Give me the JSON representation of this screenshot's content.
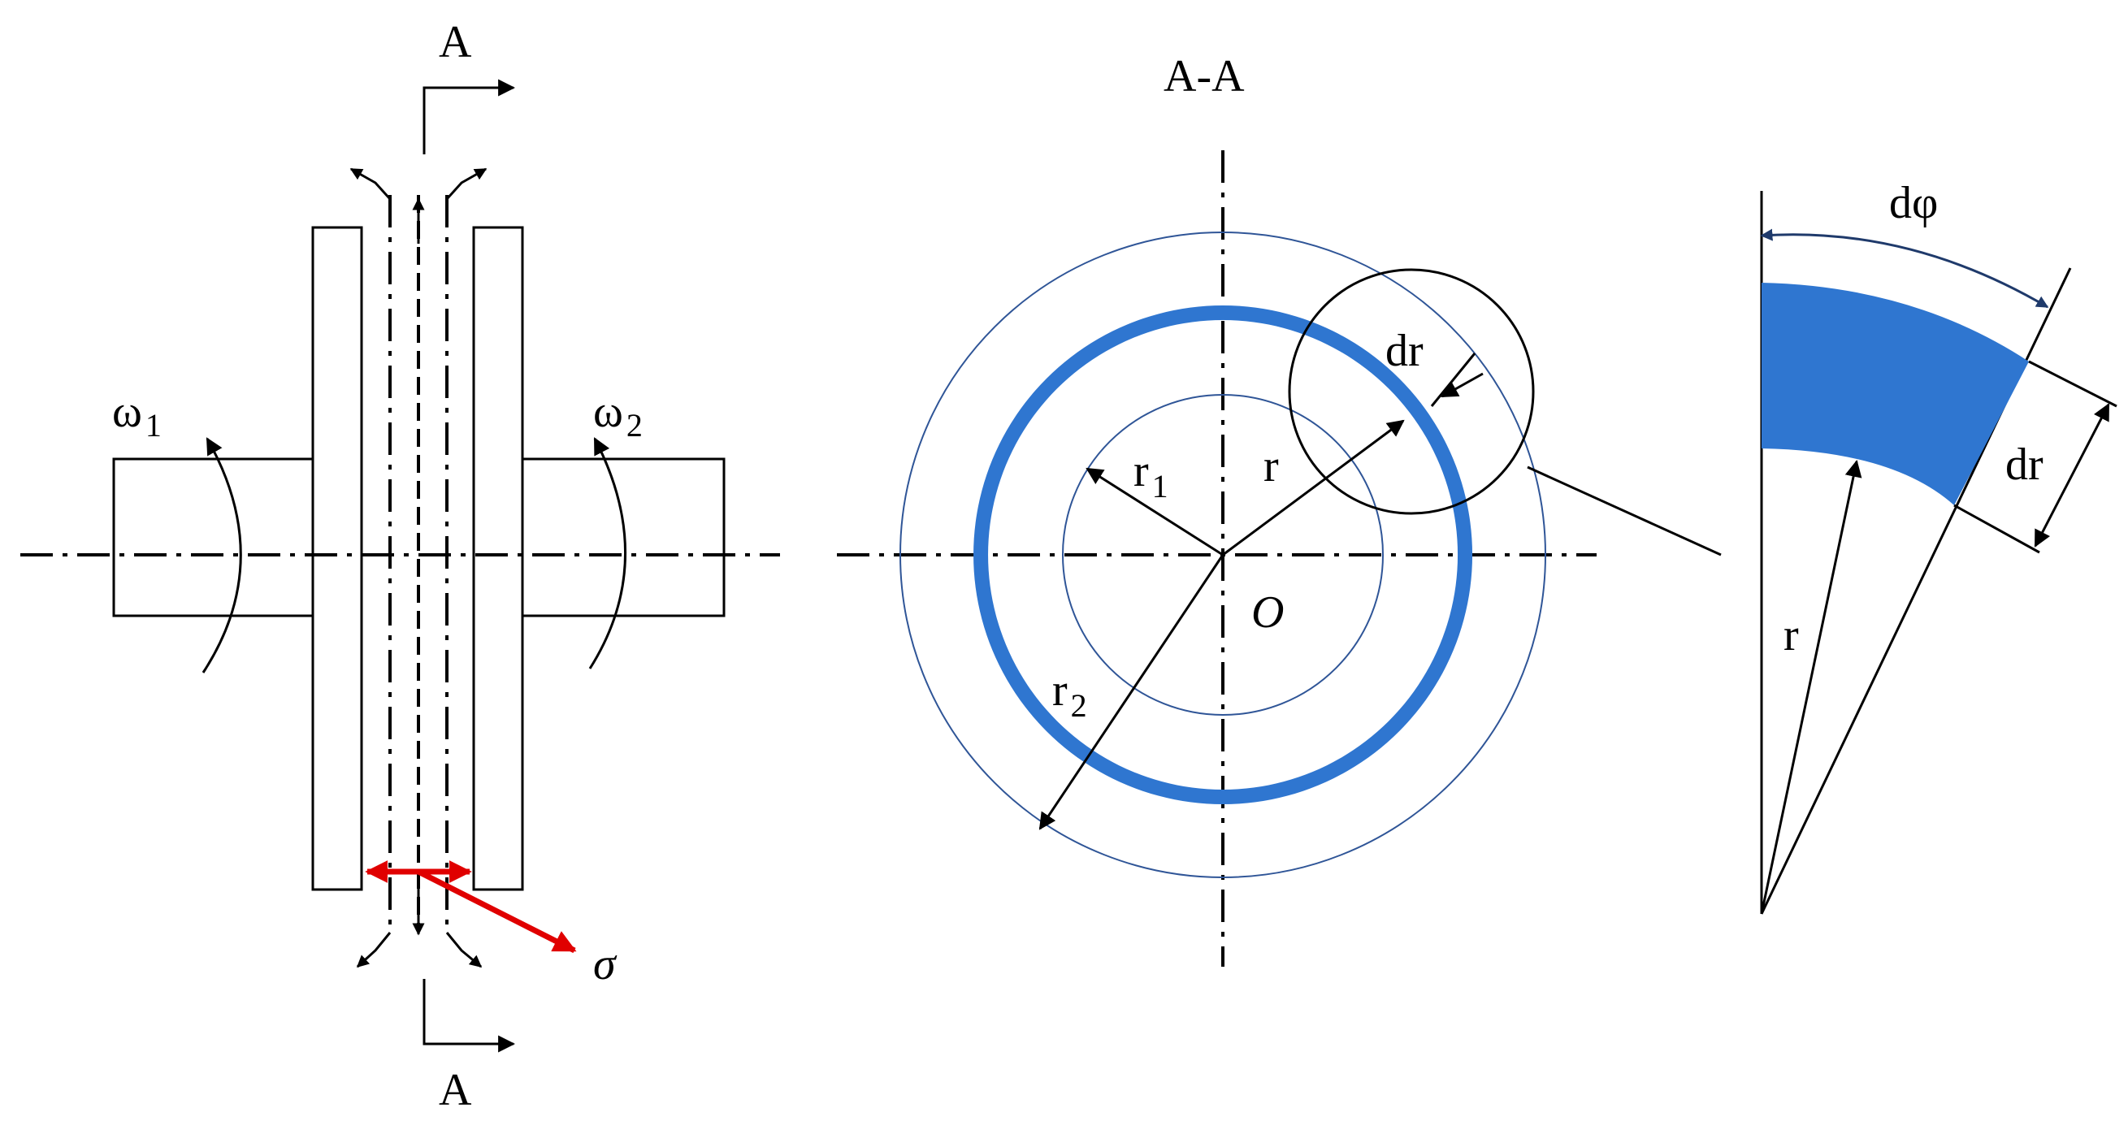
{
  "labels": {
    "section_mark_top": "A",
    "section_mark_bottom": "A",
    "section_title": "A-A",
    "omega1": "ω",
    "omega1_sub": "1",
    "omega2": "ω",
    "omega2_sub": "2",
    "sigma": "σ",
    "r1": "r",
    "r1_sub": "1",
    "r2": "r",
    "r2_sub": "2",
    "r_ring": "r",
    "dr_ring": "dr",
    "origin": "O",
    "dphi_detail": "dφ",
    "dr_detail": "dr",
    "r_detail": "r"
  },
  "colors": {
    "ring_fill": "#2f76d0",
    "stress_arrow": "#e00000",
    "thin_circle": "#2f5597",
    "dphi_arrow": "#1f3a6b"
  }
}
